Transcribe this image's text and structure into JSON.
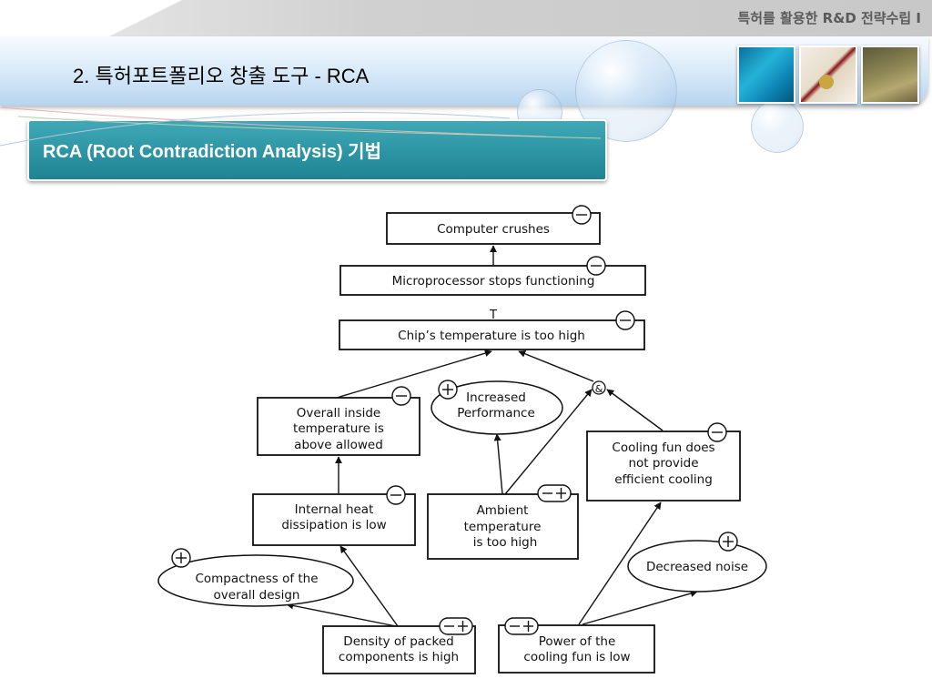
{
  "header": {
    "subject": "특허를 활용한 R&D 전략수립 I"
  },
  "title": "2. 특허포트폴리오 창출 도구 - RCA",
  "section": "RCA (Root Contradiction Analysis) 기법",
  "thumbnails": [
    "teal-fabric-photo",
    "ribbon-seal-document-photo",
    "wheat-field-photo"
  ],
  "diagram": {
    "nodes": [
      {
        "id": "computer-crushes",
        "lines": [
          "Computer crushes"
        ],
        "sign": "−"
      },
      {
        "id": "microprocessor-stops",
        "lines": [
          "Microprocessor stops functioning"
        ],
        "sign": "−"
      },
      {
        "id": "chip-temperature",
        "lines": [
          "Chip’s temperature is too high"
        ],
        "sign": "−"
      },
      {
        "id": "overall-inside-temperature",
        "lines": [
          "Overall inside",
          "temperature is",
          "above allowed"
        ],
        "sign": "−"
      },
      {
        "id": "increased-performance",
        "lines": [
          "Increased",
          "Performance"
        ],
        "sign": "+"
      },
      {
        "id": "cooling-fun-not-efficient",
        "lines": [
          "Cooling fun does",
          "not provide",
          "efficient cooling"
        ],
        "sign": "−"
      },
      {
        "id": "internal-heat-dissipation",
        "lines": [
          "Internal heat",
          "dissipation is low"
        ],
        "sign": "−"
      },
      {
        "id": "ambient-temperature",
        "lines": [
          "Ambient",
          "temperature",
          "is too high"
        ],
        "sign": "−+"
      },
      {
        "id": "decreased-noise",
        "lines": [
          "Decreased noise"
        ],
        "sign": "+"
      },
      {
        "id": "compactness",
        "lines": [
          "Compactness of the",
          "overall design"
        ],
        "sign": "+"
      },
      {
        "id": "density-packed",
        "lines": [
          "Density of packed",
          "components is high"
        ],
        "sign": "−+"
      },
      {
        "id": "power-cooling-fun",
        "lines": [
          "Power of the",
          "cooling fun is low"
        ],
        "sign": "−+"
      }
    ],
    "and_gate": "&",
    "t_mark": "T"
  }
}
